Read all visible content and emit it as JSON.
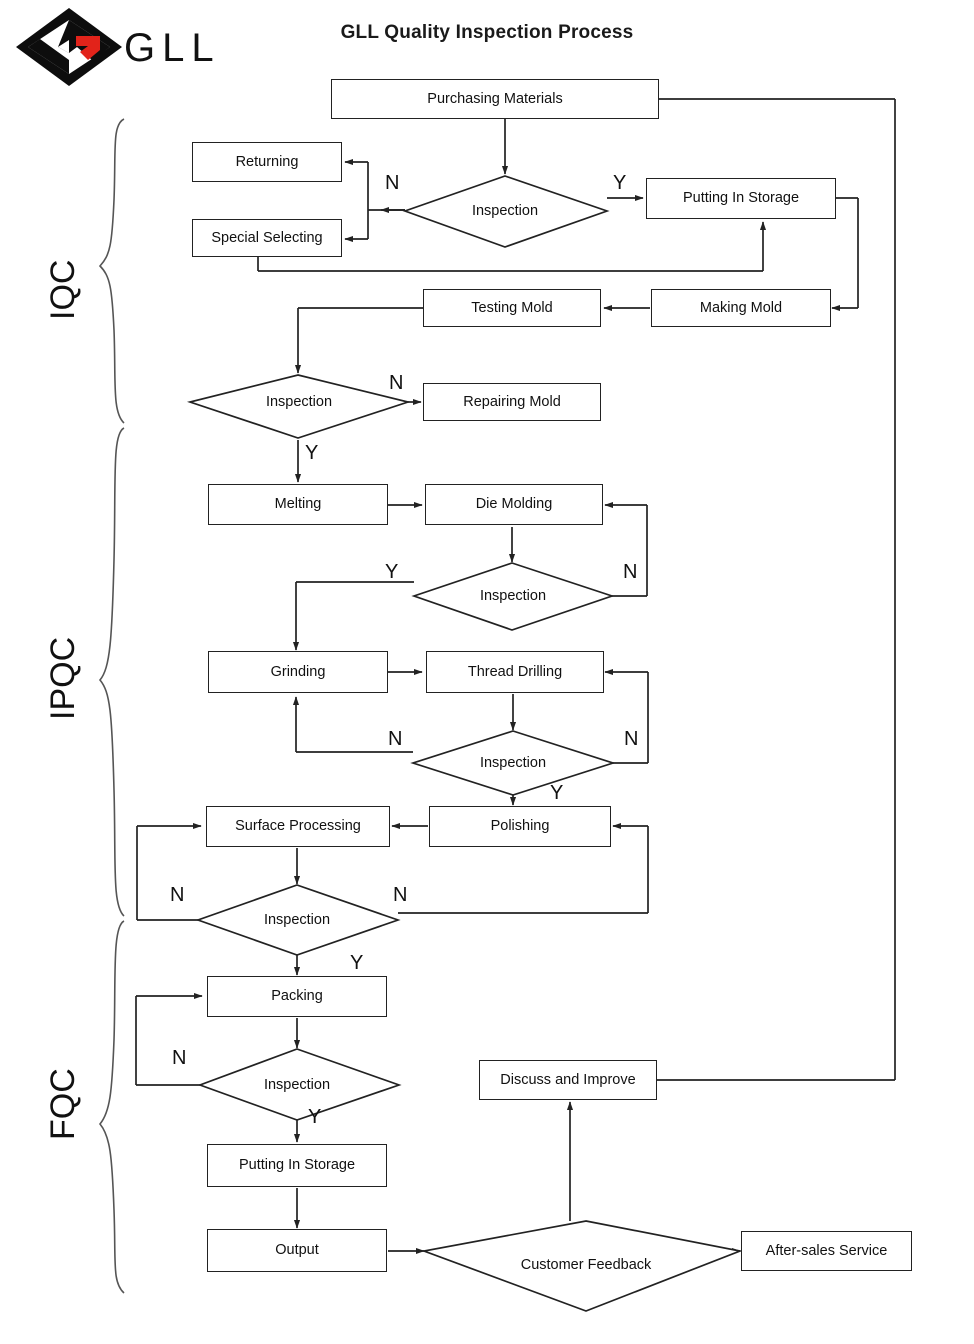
{
  "page": {
    "title": "GLL Quality Inspection Process",
    "logo_text": "GLL",
    "logo_colors": {
      "dark": "#0d0d0d",
      "accent": "#e2231a",
      "white": "#ffffff"
    },
    "line_color": "#222222",
    "background": "#ffffff"
  },
  "phases": [
    {
      "id": "iqc",
      "label": "IQC"
    },
    {
      "id": "ipqc",
      "label": "IPQC"
    },
    {
      "id": "fqc",
      "label": "FQC"
    }
  ],
  "nodes": [
    {
      "id": "purchasing-materials",
      "type": "process",
      "label": "Purchasing Materials"
    },
    {
      "id": "inspection-1",
      "type": "decision",
      "label": "Inspection"
    },
    {
      "id": "returning",
      "type": "process",
      "label": "Returning"
    },
    {
      "id": "special-selecting",
      "type": "process",
      "label": "Special Selecting"
    },
    {
      "id": "putting-in-storage-1",
      "type": "process",
      "label": "Putting In Storage"
    },
    {
      "id": "making-mold",
      "type": "process",
      "label": "Making Mold"
    },
    {
      "id": "testing-mold",
      "type": "process",
      "label": "Testing Mold"
    },
    {
      "id": "inspection-2",
      "type": "decision",
      "label": "Inspection"
    },
    {
      "id": "repairing-mold",
      "type": "process",
      "label": "Repairing Mold"
    },
    {
      "id": "melting",
      "type": "process",
      "label": "Melting"
    },
    {
      "id": "die-molding",
      "type": "process",
      "label": "Die Molding"
    },
    {
      "id": "inspection-3",
      "type": "decision",
      "label": "Inspection"
    },
    {
      "id": "grinding",
      "type": "process",
      "label": "Grinding"
    },
    {
      "id": "thread-drilling",
      "type": "process",
      "label": "Thread Drilling"
    },
    {
      "id": "inspection-4",
      "type": "decision",
      "label": "Inspection"
    },
    {
      "id": "surface-processing",
      "type": "process",
      "label": "Surface Processing"
    },
    {
      "id": "polishing",
      "type": "process",
      "label": "Polishing"
    },
    {
      "id": "inspection-5",
      "type": "decision",
      "label": "Inspection"
    },
    {
      "id": "packing",
      "type": "process",
      "label": "Packing"
    },
    {
      "id": "inspection-6",
      "type": "decision",
      "label": "Inspection"
    },
    {
      "id": "putting-in-storage-2",
      "type": "process",
      "label": "Putting In Storage"
    },
    {
      "id": "output",
      "type": "process",
      "label": "Output"
    },
    {
      "id": "customer-feedback",
      "type": "decision",
      "label": "Customer Feedback"
    },
    {
      "id": "after-sales-service",
      "type": "process",
      "label": "After-sales Service"
    },
    {
      "id": "discuss-and-improve",
      "type": "process",
      "label": "Discuss and Improve"
    }
  ],
  "edge_labels": [
    {
      "id": "n1",
      "text": "N",
      "from": "inspection-1",
      "to": "returning"
    },
    {
      "id": "y1",
      "text": "Y",
      "from": "inspection-1",
      "to": "putting-in-storage-1"
    },
    {
      "id": "n2",
      "text": "N",
      "from": "inspection-2",
      "to": "repairing-mold"
    },
    {
      "id": "y2",
      "text": "Y",
      "from": "inspection-2",
      "to": "melting"
    },
    {
      "id": "y3",
      "text": "Y",
      "from": "inspection-3",
      "to": "grinding"
    },
    {
      "id": "n3",
      "text": "N",
      "from": "inspection-3",
      "to": "die-molding"
    },
    {
      "id": "n4",
      "text": "N",
      "from": "inspection-4",
      "to": "grinding"
    },
    {
      "id": "n5",
      "text": "N",
      "from": "inspection-4",
      "to": "thread-drilling"
    },
    {
      "id": "y4",
      "text": "Y",
      "from": "inspection-4",
      "to": "polishing"
    },
    {
      "id": "n6",
      "text": "N",
      "from": "inspection-5",
      "to": "surface-processing"
    },
    {
      "id": "n7",
      "text": "N",
      "from": "inspection-5",
      "to": "polishing"
    },
    {
      "id": "y5",
      "text": "Y",
      "from": "inspection-5",
      "to": "packing"
    },
    {
      "id": "n8",
      "text": "N",
      "from": "inspection-6",
      "to": "packing"
    },
    {
      "id": "y6",
      "text": "Y",
      "from": "inspection-6",
      "to": "putting-in-storage-2"
    }
  ]
}
